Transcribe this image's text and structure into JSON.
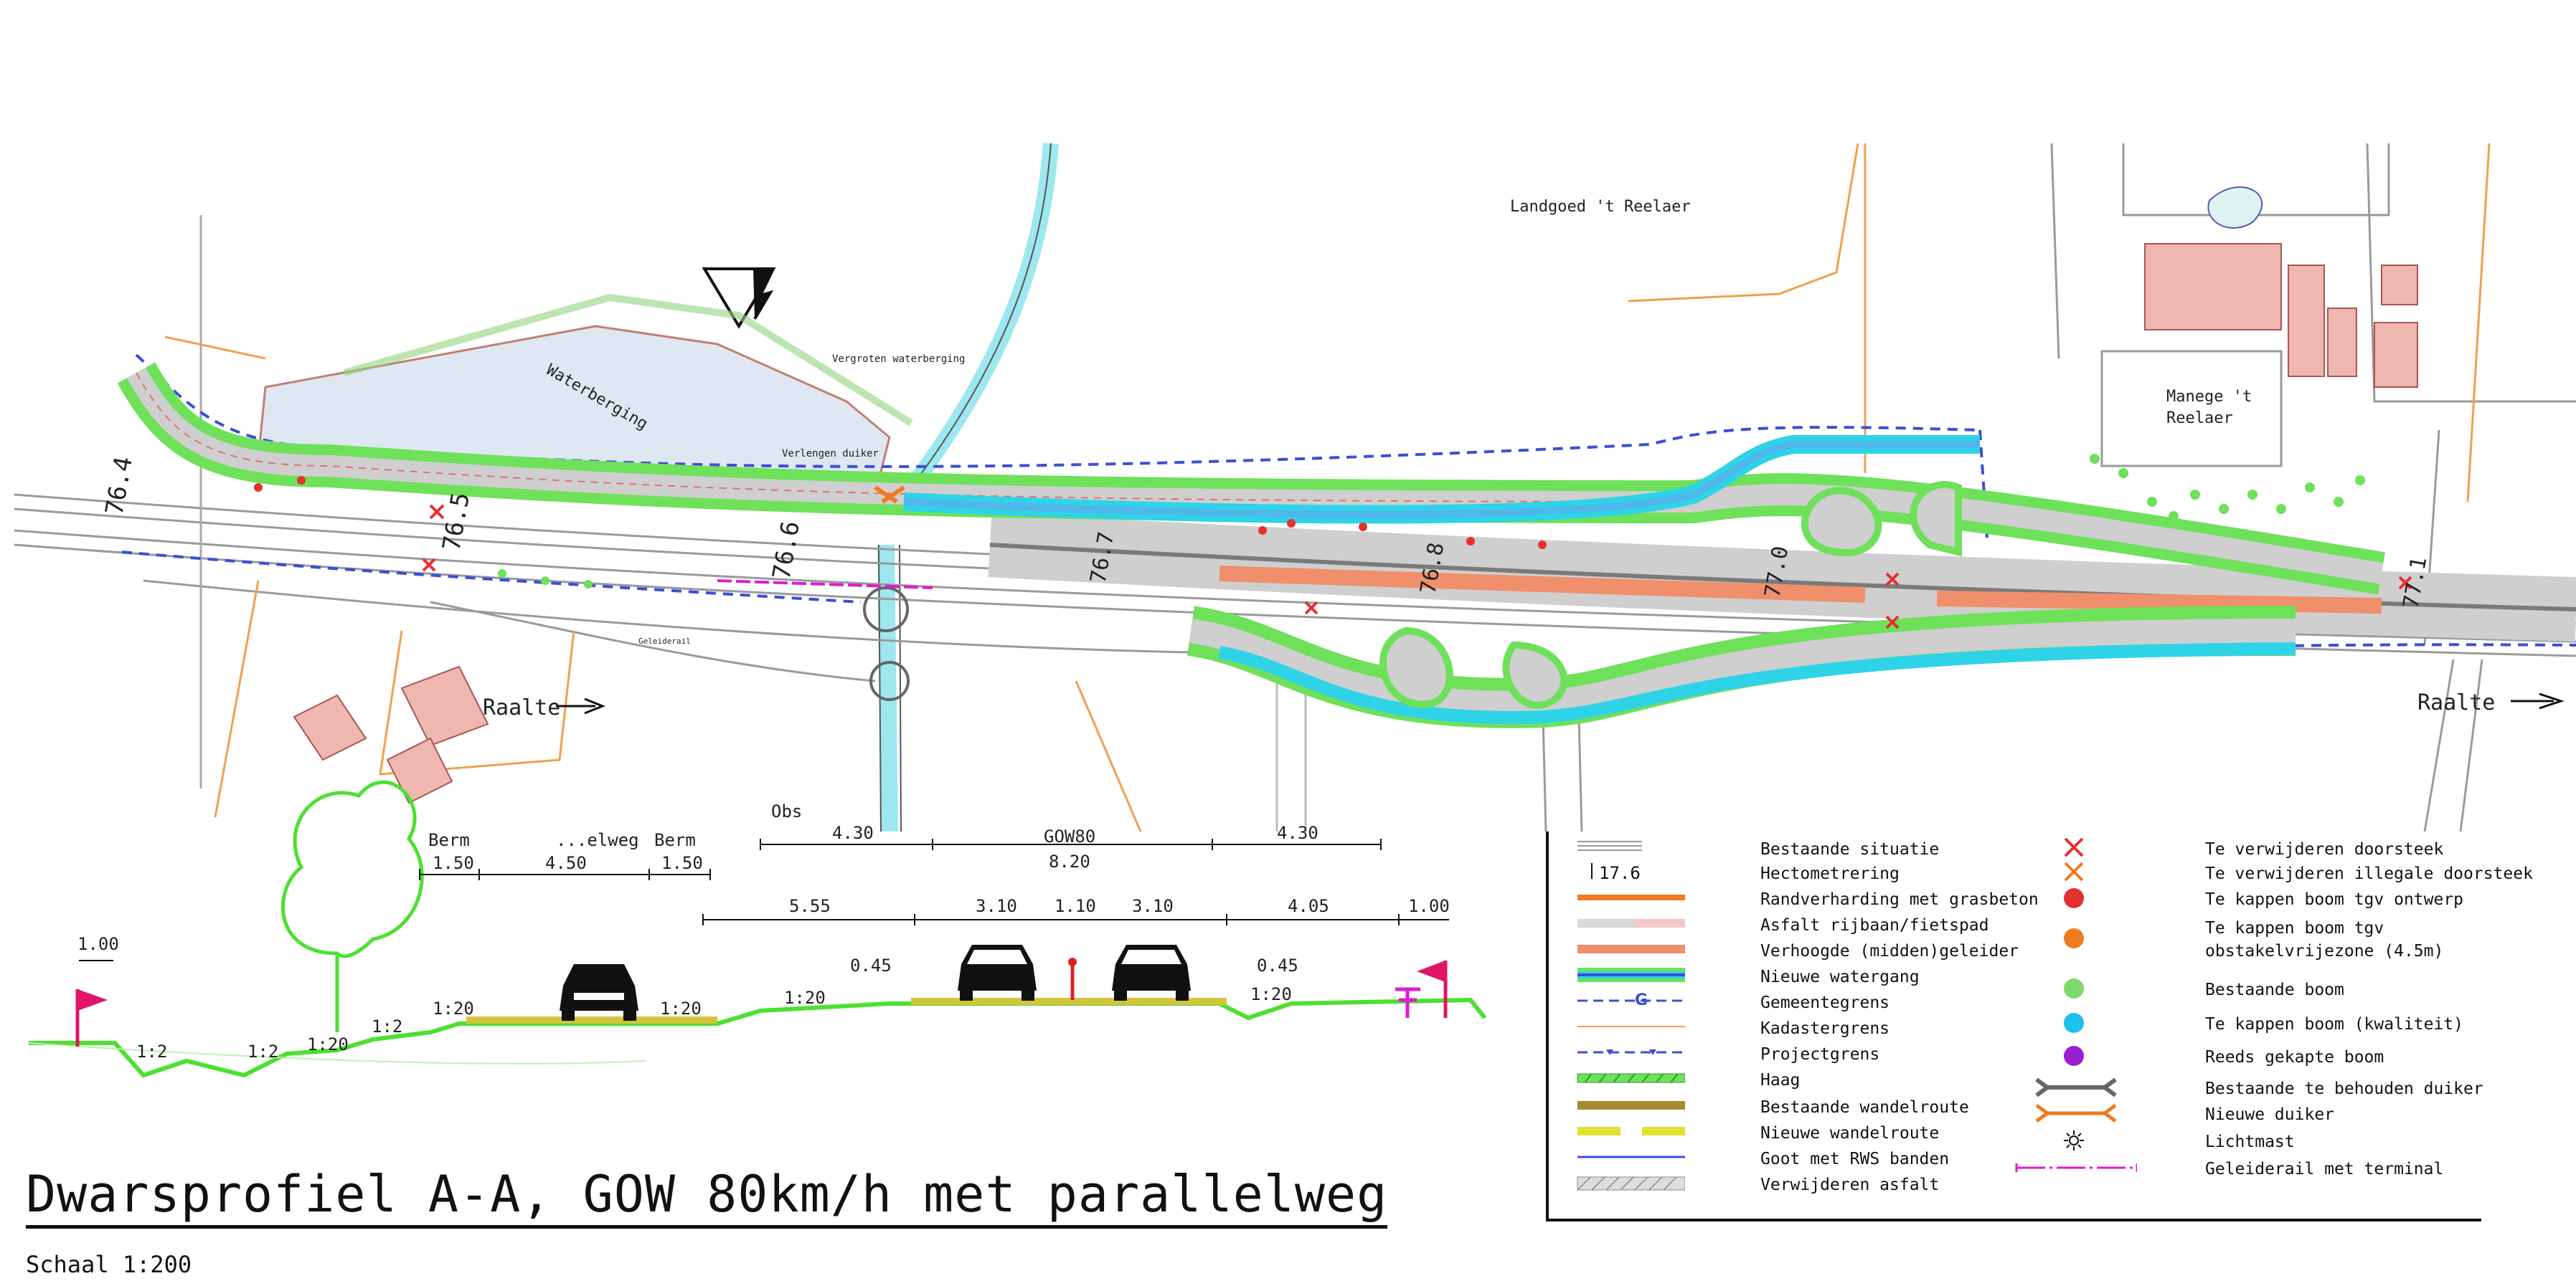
{
  "title": "Dwarsprofiel A-A, GOW 80km/h met parallelweg",
  "scale": "Schaal 1:200",
  "plan_labels": {
    "landgoed": "Landgoed 't Reelaer",
    "waterberging": "Waterberging",
    "vergroten": "Vergroten waterberging",
    "verlengen": "Verlengen duiker",
    "manege_line1": "Manege 't",
    "manege_line2": "Reelaer",
    "raalte_left": "Raalte",
    "raalte_right": "Raalte",
    "geleiderail": "Geleiderail",
    "hecto_1": "76.4",
    "hecto_2": "76.5",
    "hecto_3": "76.6",
    "hecto_4": "76.7",
    "hecto_5": "76.8",
    "hecto_6": "77.0",
    "hecto_7": "77.1"
  },
  "cross_section": {
    "labels": {
      "berm_left": "Berm",
      "parallelweg": "...elweg",
      "berm_right": "Berm",
      "obs": "Obs",
      "gow": "GOW80"
    },
    "dims": {
      "d_150a": "1.50",
      "d_450": "4.50",
      "d_150b": "1.50",
      "d_top_left": "4.30",
      "d_820": "8.20",
      "d_top_right": "4.30",
      "d_555": "5.55",
      "d_310a": "3.10",
      "d_110": "1.10",
      "d_310b": "3.10",
      "d_405": "4.05",
      "d_100a": "1.00",
      "d_100b": "1.00",
      "d_045a": "0.45",
      "d_045b": "0.45"
    },
    "slopes": {
      "s1": "1:2",
      "s2": "1:2",
      "s3": "1:20",
      "s4": "1:2",
      "s5": "1:20",
      "s6": "1:20",
      "s7": "1:20",
      "s8": "1:20"
    }
  },
  "legend": {
    "left": [
      {
        "label": "Bestaande situatie",
        "icon": "existing-lines"
      },
      {
        "label": "Hectometrering",
        "icon": "hectometre-marker",
        "sample_text": "17.6"
      },
      {
        "label": "Randverharding met grasbeton",
        "icon": "orange-band"
      },
      {
        "label": "Asfalt rijbaan/fietspad",
        "icon": "grey-band"
      },
      {
        "label": "Verhoogde (midden)geleider",
        "icon": "salmon-band"
      },
      {
        "label": "Nieuwe watergang",
        "icon": "water-band"
      },
      {
        "label": "Gemeentegrens",
        "icon": "blue-dash-g",
        "sample_text": "G"
      },
      {
        "label": "Kadastergrens",
        "icon": "orange-thin"
      },
      {
        "label": "Projectgrens",
        "icon": "blue-dash-triangle"
      },
      {
        "label": "Haag",
        "icon": "green-hatch"
      },
      {
        "label": "Bestaande wandelroute",
        "icon": "brown-band"
      },
      {
        "label": "Nieuwe wandelroute",
        "icon": "yellow-dashes"
      },
      {
        "label": "Goot met RWS banden",
        "icon": "blue-line"
      },
      {
        "label": "Verwijderen asfalt",
        "icon": "hatch-grey"
      }
    ],
    "right": [
      {
        "label": "Te verwijderen doorsteek",
        "icon": "red-cross"
      },
      {
        "label": "Te verwijderen illegale doorsteek",
        "icon": "orange-cross"
      },
      {
        "label": "Te kappen boom tgv ontwerp",
        "icon": "red-dot"
      },
      {
        "label": "Te kappen boom tgv",
        "label2": "obstakelvrijezone (4.5m)",
        "icon": "orange-dot"
      },
      {
        "label": "Bestaande boom",
        "icon": "green-dot"
      },
      {
        "label": "Te kappen boom (kwaliteit)",
        "icon": "cyan-dot"
      },
      {
        "label": "Reeds gekapte boom",
        "icon": "purple-dot"
      },
      {
        "label": "Bestaande te behouden duiker",
        "icon": "grey-culvert"
      },
      {
        "label": "Nieuwe duiker",
        "icon": "orange-culvert"
      },
      {
        "label": "Lichtmast",
        "icon": "light-pole-icon"
      },
      {
        "label": "Geleiderail met terminal",
        "icon": "magenta-guardrail"
      }
    ]
  },
  "colors": {
    "road_grey": "#c9c9c9",
    "asphalt_dark": "#7a7a7a",
    "green_verge": "#6ee05a",
    "water_blue": "#4fb7ea",
    "water_cyan": "#2fd3e8",
    "salmon": "#ef8f6b",
    "orange": "#f07b20",
    "project_blue": "#3b4fd6",
    "building": "#eeb7b0",
    "pond": "#dfe7f2",
    "magenta": "#e01ad0"
  }
}
